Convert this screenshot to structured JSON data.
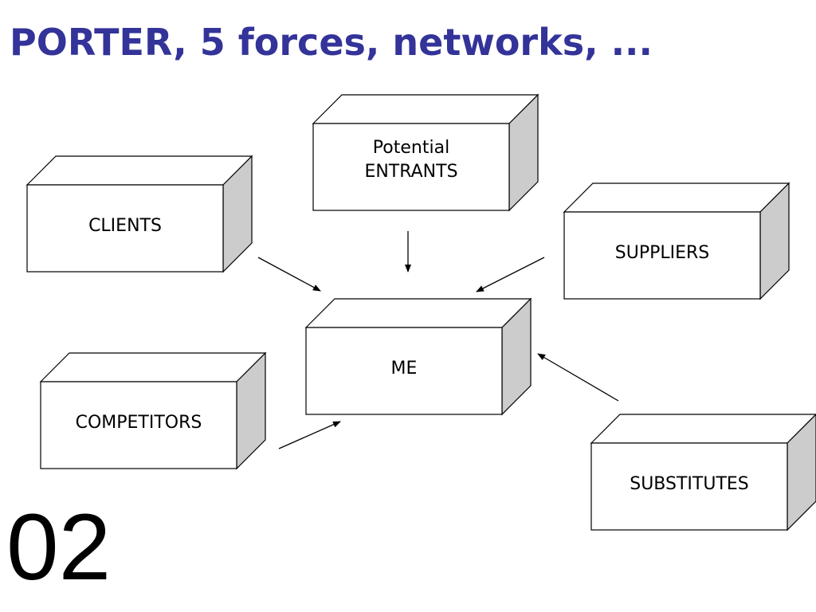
{
  "slide": {
    "title": "PORTER, 5 forces, networks, ...",
    "number": "02"
  },
  "diagram": {
    "center": {
      "id": "me",
      "label": [
        "ME"
      ]
    },
    "forces": [
      {
        "id": "entrants",
        "label": [
          "Potential",
          "ENTRANTS"
        ]
      },
      {
        "id": "clients",
        "label": [
          "CLIENTS"
        ]
      },
      {
        "id": "suppliers",
        "label": [
          "SUPPLIERS"
        ]
      },
      {
        "id": "competitors",
        "label": [
          "COMPETITORS"
        ]
      },
      {
        "id": "substitutes",
        "label": [
          "SUBSTITUTES"
        ]
      }
    ],
    "arrows": [
      {
        "from": "clients",
        "to": "me"
      },
      {
        "from": "entrants",
        "to": "me"
      },
      {
        "from": "suppliers",
        "to": "me"
      },
      {
        "from": "competitors",
        "to": "me"
      },
      {
        "from": "substitutes",
        "to": "me"
      }
    ]
  },
  "colors": {
    "title": "#333399",
    "box_front": "#ffffff",
    "box_top": "#ffffff",
    "box_side": "#cccccc",
    "outline": "#000000",
    "text": "#000000"
  }
}
